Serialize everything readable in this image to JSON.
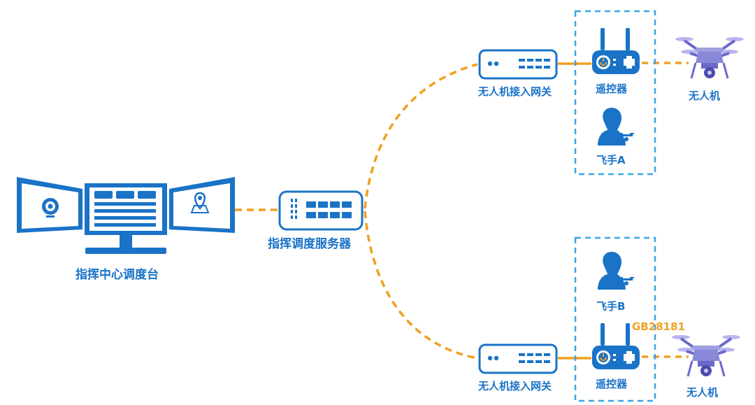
{
  "colors": {
    "blue": "#1a73c7",
    "light_blue": "#3aa6e6",
    "orange": "#f0a020",
    "drone_purple": "#8a88d8"
  },
  "nodes": {
    "console": {
      "label": "指挥中心调度台",
      "icon": "triple-monitor-icon"
    },
    "server": {
      "label": "指挥调度服务器",
      "icon": "server-icon"
    },
    "gateway_top": {
      "label": "无人机接入网关",
      "icon": "gateway-icon"
    },
    "gateway_bottom": {
      "label": "无人机接入网关",
      "icon": "gateway-icon"
    },
    "controller_top": {
      "label": "遥控器",
      "icon": "remote-controller-icon"
    },
    "controller_bottom": {
      "label": "遥控器",
      "icon": "remote-controller-icon"
    },
    "pilot_a": {
      "label": "飞手A",
      "icon": "pilot-icon"
    },
    "pilot_b": {
      "label": "飞手B",
      "icon": "pilot-icon"
    },
    "drone_top": {
      "label": "无人机",
      "icon": "drone-icon"
    },
    "drone_bottom": {
      "label": "无人机",
      "icon": "drone-icon"
    }
  },
  "protocol_label": "GB28181"
}
